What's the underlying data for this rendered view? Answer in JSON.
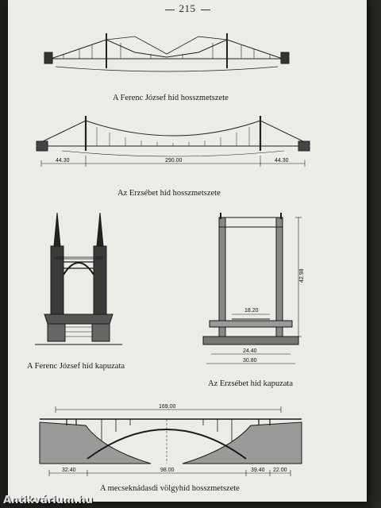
{
  "page": {
    "number": "215",
    "watermark": "Antikvárium.hu"
  },
  "figures": {
    "franz_joseph_section": {
      "caption": "A Ferenc József híd hosszmetszete"
    },
    "elisabeth_section": {
      "caption": "Az Erzsébet híd hosszmetszete",
      "dims": {
        "left": "44.30",
        "main": "290.00",
        "right": "44.30"
      }
    },
    "franz_joseph_gate": {
      "caption": "A Ferenc József híd kapuzata"
    },
    "elisabeth_gate": {
      "caption": "Az Erzsébet híd kapuzata",
      "dims": {
        "height": "42.98",
        "inner": "18.20",
        "base_a": "24.40",
        "base_b": "30.80"
      }
    },
    "viaduct_section": {
      "caption": "A mecseknádasdi völgyhíd hosszmetszete",
      "dims": {
        "top": "169.00",
        "a": "32.40",
        "b": "98.00",
        "c": "39.40",
        "d": "22.00"
      }
    }
  }
}
